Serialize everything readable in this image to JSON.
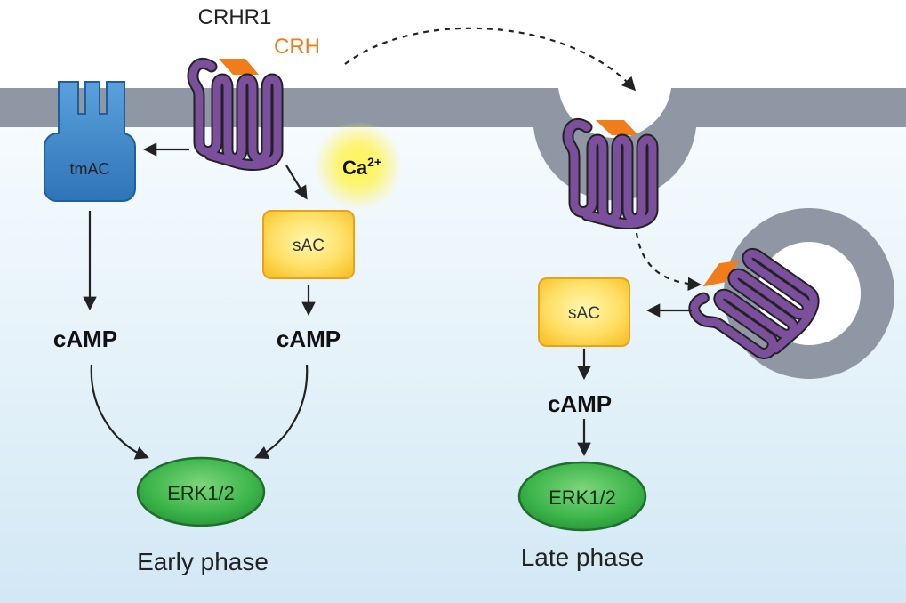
{
  "receptor": {
    "name": "CRHR1",
    "ligand": "CRH"
  },
  "ion": {
    "symbol": "Ca",
    "charge": "2+"
  },
  "early": {
    "tmac": "tmAC",
    "sac": "sAC",
    "camp_left": "cAMP",
    "camp_right": "cAMP",
    "erk": "ERK1/2",
    "phase": "Early phase"
  },
  "late": {
    "sac": "sAC",
    "camp": "cAMP",
    "erk": "ERK1/2",
    "phase": "Late phase"
  },
  "colors": {
    "membrane": "#8e97a3",
    "cytoplasm_top": "#f4fafd",
    "cytoplasm_bottom": "#cfe7f4",
    "receptor": "#7b4f9c",
    "ligand": "#f07c1a",
    "tmac": "#3d86c8",
    "sac": "#ffd84a",
    "erk": "#3cb54a",
    "calcium_glow": "#fff35a"
  }
}
